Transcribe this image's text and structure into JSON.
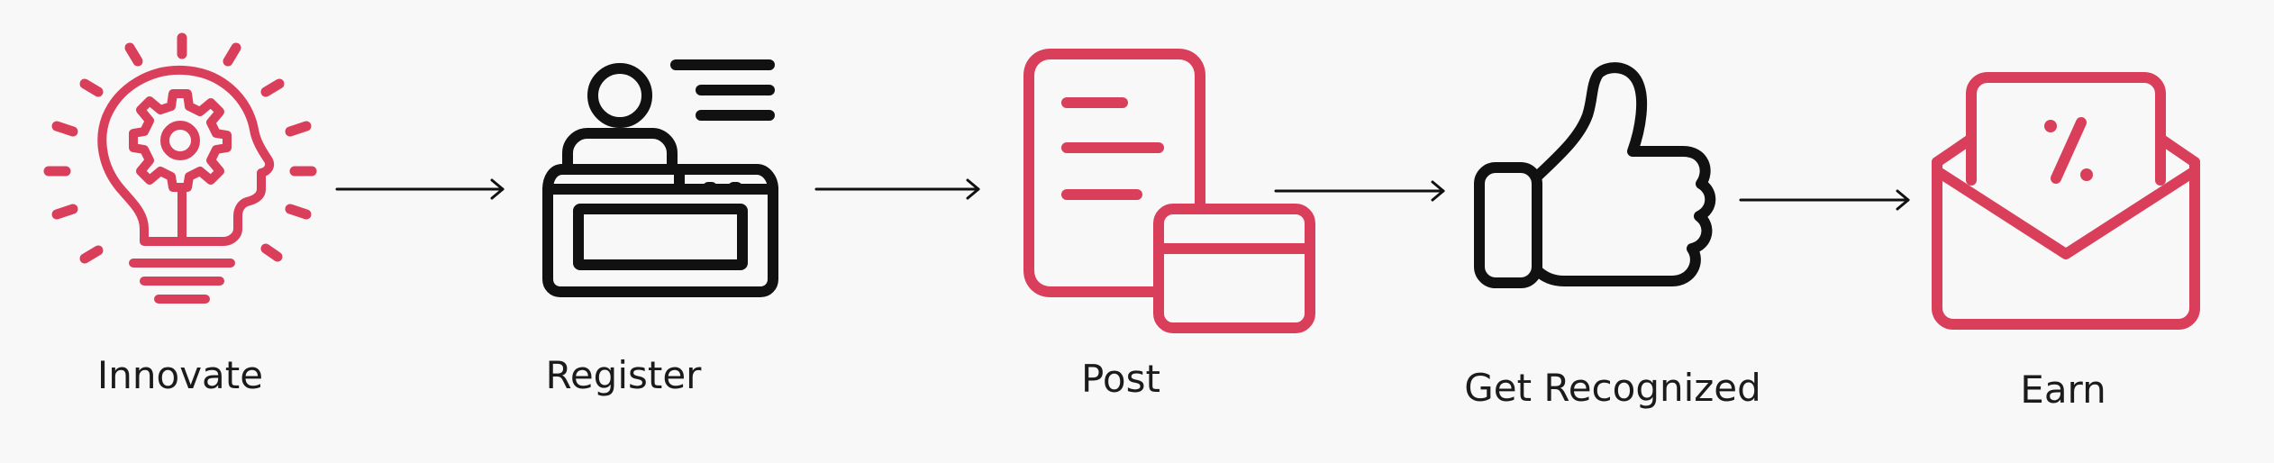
{
  "flow": {
    "steps": [
      {
        "label": "Innovate",
        "icon": "lightbulb-head-gear-icon"
      },
      {
        "label": "Register",
        "icon": "registration-desk-icon"
      },
      {
        "label": "Post",
        "icon": "document-post-icon"
      },
      {
        "label": "Get Recognized",
        "icon": "thumbs-up-icon"
      },
      {
        "label": "Earn",
        "icon": "envelope-percent-icon"
      }
    ],
    "colors": {
      "accent": "#d93f5a",
      "ink": "#111111",
      "background": "#f8f8f8"
    }
  }
}
